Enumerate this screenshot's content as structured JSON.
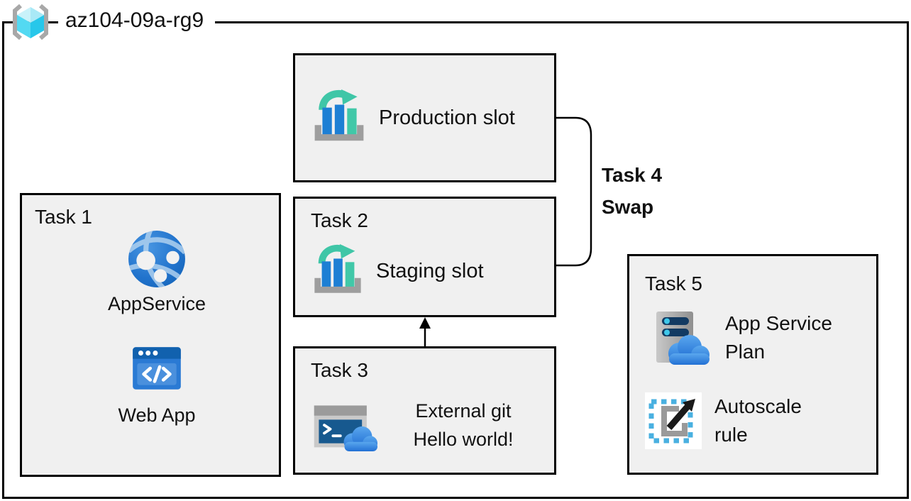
{
  "header": {
    "resource_group_name": "az104-09a-rg9"
  },
  "boxes": {
    "production_slot": {
      "label": "Production slot",
      "icon": "deployment-slots-icon"
    },
    "task1": {
      "title": "Task 1",
      "items": [
        {
          "icon": "app-service-icon",
          "label": "AppService"
        },
        {
          "icon": "web-app-icon",
          "label": "Web App"
        }
      ]
    },
    "task2": {
      "title": "Task 2",
      "label": "Staging slot",
      "icon": "deployment-slots-icon"
    },
    "task3": {
      "title": "Task 3",
      "icon": "cloud-shell-icon",
      "lines": [
        "External git",
        "Hello world!"
      ]
    },
    "task4": {
      "title": "Task 4",
      "label": "Swap"
    },
    "task5": {
      "title": "Task 5",
      "items": [
        {
          "icon": "app-service-plan-icon",
          "lines": [
            "App Service",
            "Plan"
          ]
        },
        {
          "icon": "autoscale-icon",
          "lines": [
            "Autoscale",
            "rule"
          ]
        }
      ]
    }
  },
  "colors": {
    "box_fill": "#f0f0f0",
    "border": "#000000",
    "bar_blue": "#1d7fd4",
    "slot_teal": "#3fc6a7",
    "globe_blue": "#2173cc",
    "cloud_blue": "#2e86e0",
    "terminal_blue": "#17598f",
    "server_gray": "#9b9b9b",
    "dashed_blue": "#49b0e0",
    "cube_cyan": "#53d9f2",
    "bracket_gray": "#a8a8a8"
  }
}
